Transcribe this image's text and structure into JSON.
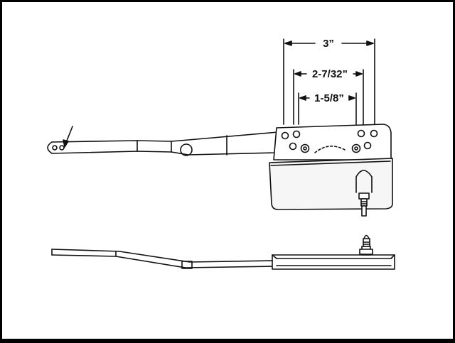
{
  "dimensions": {
    "overall": "3”",
    "middle": "2-7/32”",
    "inner": "1-5/8”"
  },
  "colors": {
    "ink": "#111111",
    "paper": "#ffffff",
    "border": "#000000",
    "body_fill": "#f6f6f6"
  }
}
